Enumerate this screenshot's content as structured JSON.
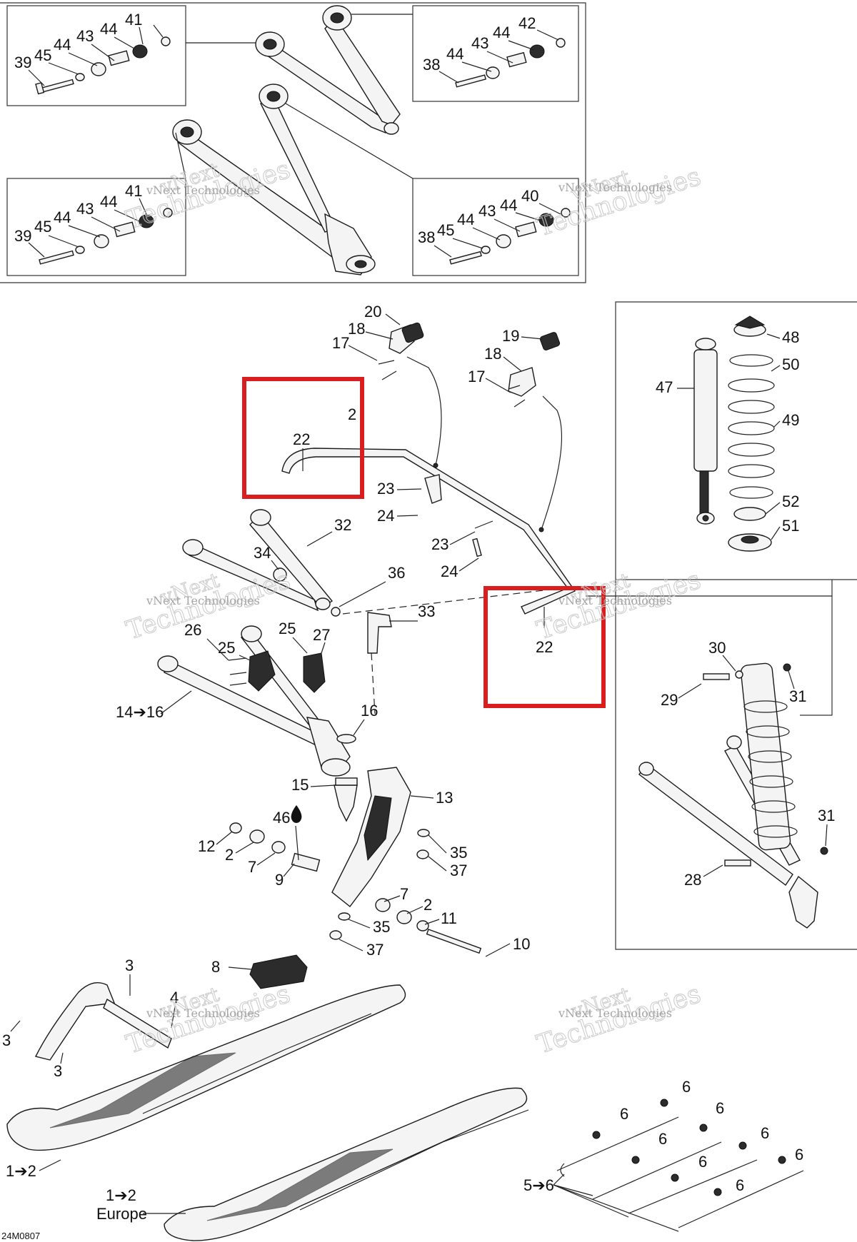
{
  "diagram_code": "24M0807",
  "watermark": {
    "line1": "vNext",
    "line2": "Technologies",
    "small": "vNext Technologies"
  },
  "callouts": {
    "c41a": "41",
    "c42": "42",
    "c45a": "45",
    "c44a": "44",
    "c43a": "43",
    "c44b": "44",
    "c39a": "39",
    "c38a": "38",
    "c44c": "44",
    "c43b": "43",
    "c44d": "44",
    "c41b": "41",
    "c39b": "39",
    "c45b": "45",
    "c44e": "44",
    "c43c": "43",
    "c44f": "44",
    "c40": "40",
    "c38b": "38",
    "c45c": "45",
    "c44g": "44",
    "c43d": "43",
    "c44h": "44",
    "c20": "20",
    "c18a": "18",
    "c17a": "17",
    "c19": "19",
    "c18b": "18",
    "c17b": "17",
    "c22a": "22",
    "c2top": "2",
    "c23a": "23",
    "c24a": "24",
    "c23b": "23",
    "c24b": "24",
    "c32": "32",
    "c34": "34",
    "c36": "36",
    "c33": "33",
    "c22b": "22",
    "c26": "26",
    "c25a": "25",
    "c25b": "25",
    "c27": "27",
    "c14_16": "14➔16",
    "c16": "16",
    "c15": "15",
    "c13": "13",
    "c46": "46",
    "c12": "12",
    "c2a": "2",
    "c7a": "7",
    "c9": "9",
    "c35a": "35",
    "c37a": "37",
    "c7b": "7",
    "c2b": "2",
    "c11": "11",
    "c35b": "35",
    "c37b": "37",
    "c10": "10",
    "c8": "8",
    "c3a": "3",
    "c4": "4",
    "c3b": "3",
    "c3c": "3",
    "c48": "48",
    "c50": "50",
    "c47": "47",
    "c49": "49",
    "c52": "52",
    "c51": "51",
    "c30": "30",
    "c29": "29",
    "c31a": "31",
    "c31b": "31",
    "c28": "28",
    "c6a": "6",
    "c6b": "6",
    "c6c": "6",
    "c6d": "6",
    "c6e": "6",
    "c6f": "6",
    "c6g": "6",
    "c6h": "6",
    "c5_6": "5➔6",
    "c1_2a": "1➔2",
    "c1_2b": "1➔2",
    "europe": "Europe"
  },
  "highlight_color": "#d81e1e"
}
